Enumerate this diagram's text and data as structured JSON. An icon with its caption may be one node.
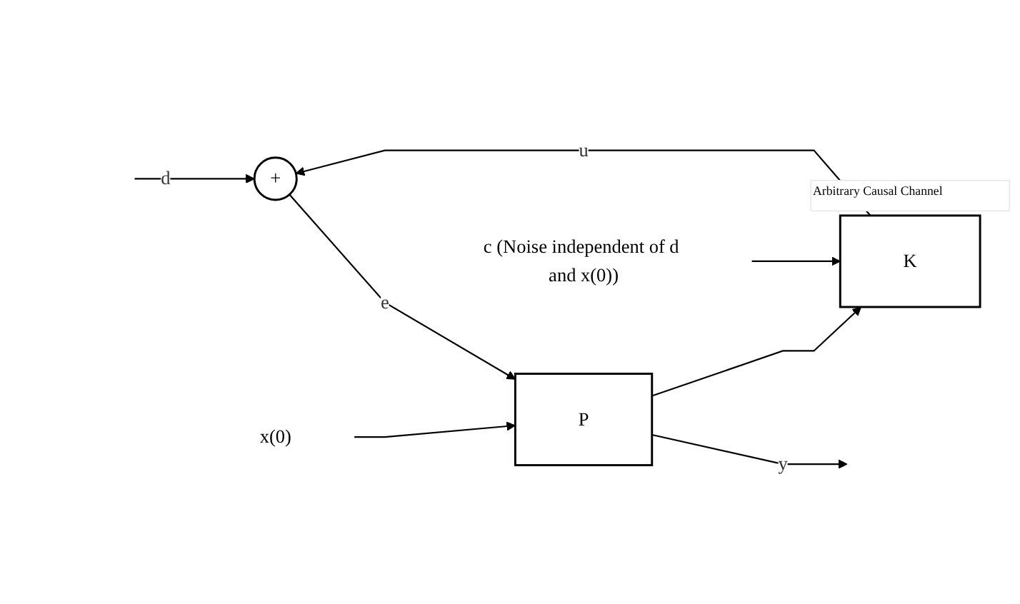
{
  "diagram": {
    "nodes": [
      {
        "text": [
          "+"
        ]
      },
      {
        "text": [
          "P"
        ]
      },
      {
        "text": [
          "K"
        ],
        "beside": [
          "Arbitrary Causal Channel"
        ]
      },
      {
        "text": [
          "x(0)"
        ]
      },
      {
        "text": [
          "c (Noise independent of d and x(0))"
        ]
      }
    ],
    "edges": [
      {
        "from": null,
        "to": 0,
        "arrow": "to",
        "label": "d"
      },
      {
        "from": 0,
        "to": 1,
        "arrow": "to",
        "label": "e"
      },
      {
        "from": 3,
        "to": 1,
        "arrow": "to"
      },
      {
        "from": 1,
        "to": null,
        "arrow": "to",
        "label": "y"
      },
      {
        "from": 1,
        "to": 2,
        "arrow": "to"
      },
      {
        "from": 2,
        "to": 0,
        "arrow": "to",
        "label": "u"
      },
      {
        "from": 4,
        "to": 2,
        "arrow": "to"
      }
    ]
  }
}
